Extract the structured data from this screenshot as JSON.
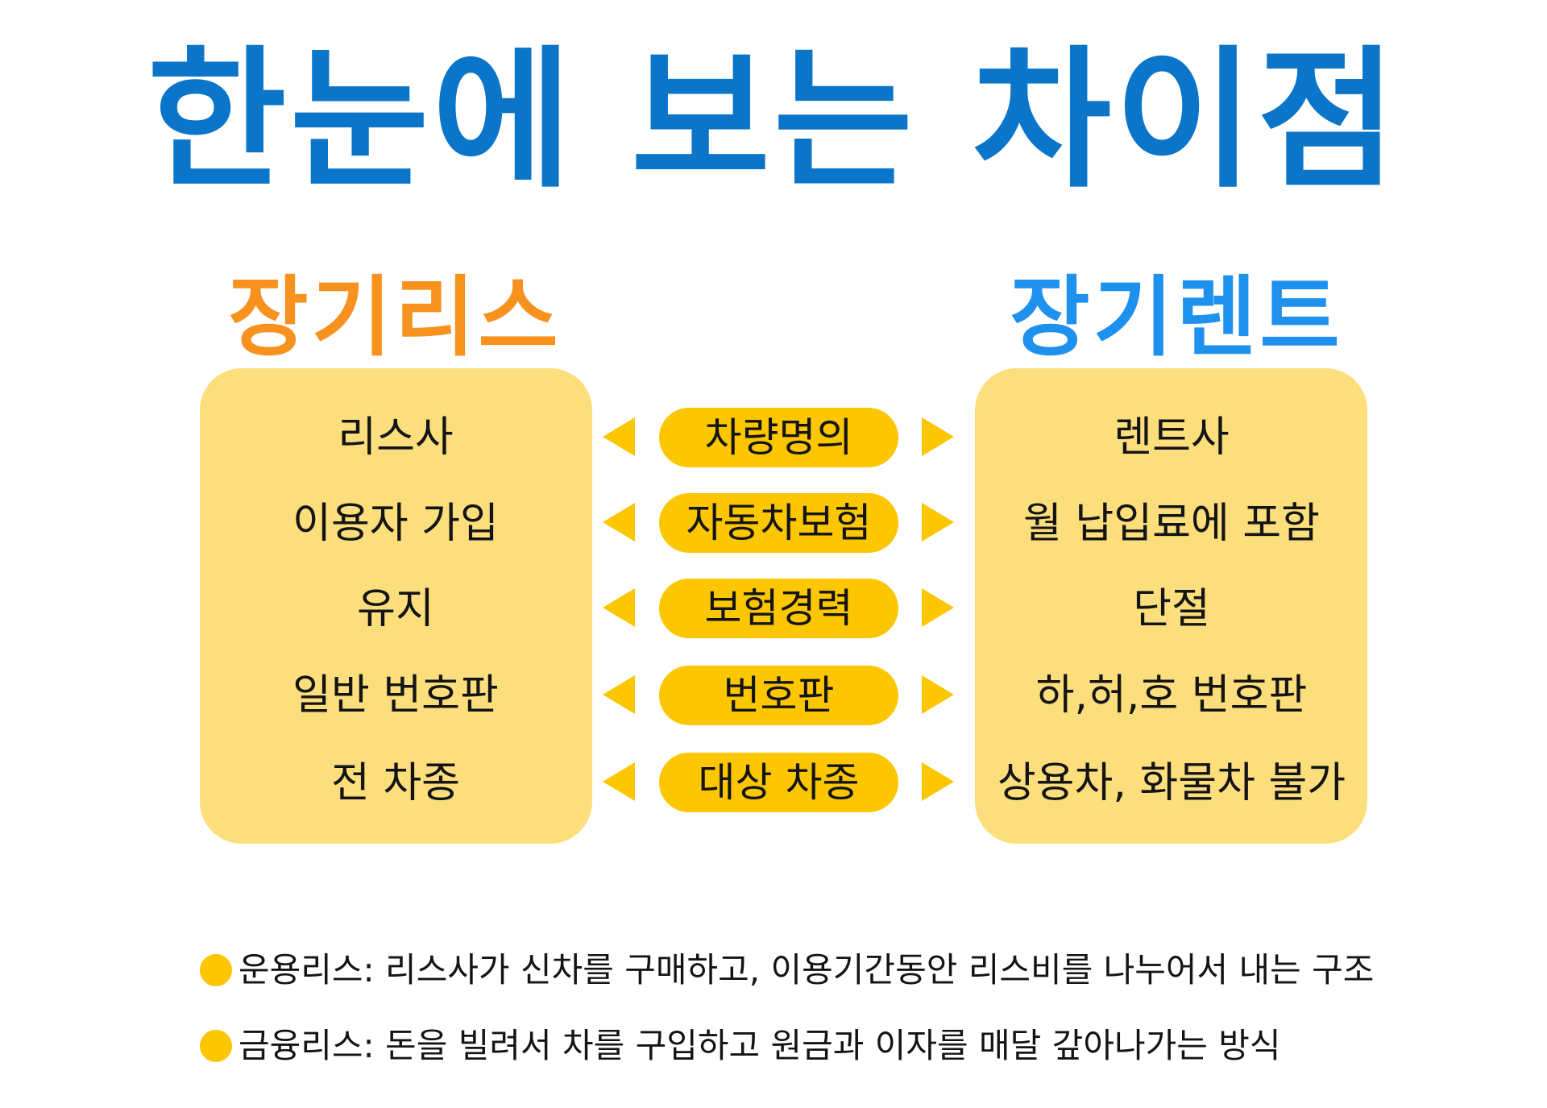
{
  "title": "한눈에 보는 차이점",
  "left": {
    "heading": "장기리스",
    "items": [
      "리스사",
      "이용자 가입",
      "유지",
      "일반 번호판",
      "전 차종"
    ]
  },
  "right": {
    "heading": "장기렌트",
    "items": [
      "렌트사",
      "월 납입료에 포함",
      "단절",
      "하,허,호 번호판",
      "상용차, 화물차 불가"
    ]
  },
  "criteria": [
    "차량명의",
    "자동차보험",
    "보험경력",
    "번호판",
    "대상 차종"
  ],
  "notes": [
    "운용리스: 리스사가 신차를 구매하고, 이용기간동안 리스비를 나누어서 내는 구조",
    "금융리스: 돈을 빌려서 차를 구입하고 원금과 이자를 매달 갚아나가는 방식"
  ],
  "colors": {
    "title": "#0a75c9",
    "lease_heading": "#f7921e",
    "rent_heading": "#1e90ee",
    "panel": "#fcdf7c",
    "pill": "#fcc600",
    "arrow": "#fcc600",
    "bullet": "#fcc600"
  }
}
